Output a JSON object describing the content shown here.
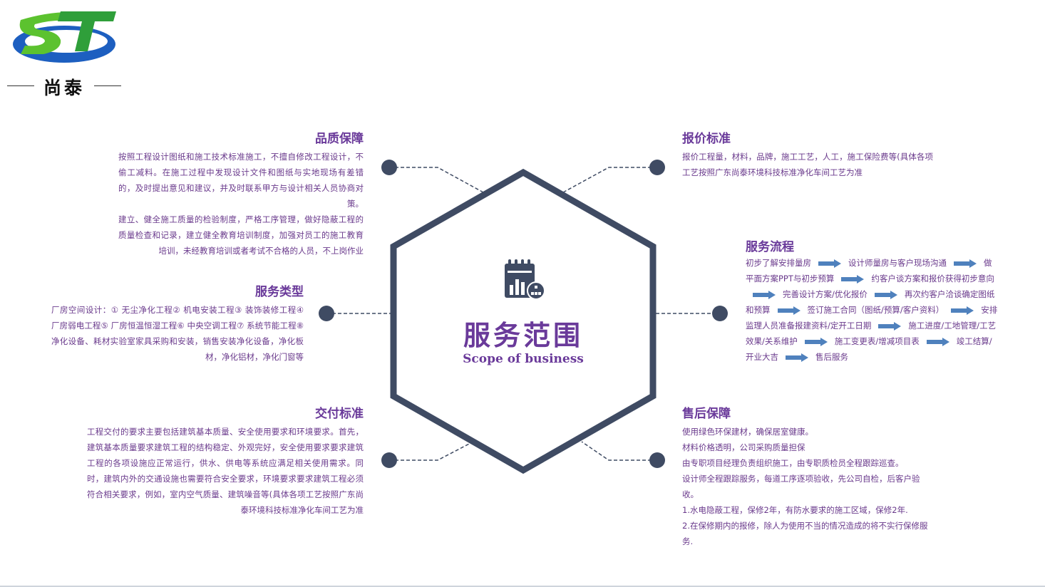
{
  "logo": {
    "name": "尚泰",
    "letters": "ST"
  },
  "center": {
    "title": "服务范围",
    "subtitle": "Scope of business",
    "icon": "calendar-chart-icon"
  },
  "sections": {
    "quality": {
      "title": "品质保障",
      "paragraphs": [
        "按照工程设计图纸和施工技术标准施工，不擅自修改工程设计，不偷工减料。在施工过程中发现设计文件和图纸与实地现场有差错的，及时提出意见和建议，并及时联系甲方与设计相关人员协商对策。",
        "建立、健全施工质量的检验制度，严格工序管理，做好隐蔽工程的质量检查和记录，建立健全教育培训制度，加强对员工的施工教育培训，未经教育培训或者考试不合格的人员，不上岗作业"
      ]
    },
    "quote": {
      "title": "报价标准",
      "paragraphs": [
        "报价工程量，材料，品牌，施工工艺，人工，施工保险费等(具体各项工艺按照广东尚泰环境科技标准净化车间工艺为准"
      ]
    },
    "types": {
      "title": "服务类型",
      "paragraphs": [
        "厂房空间设计：① 无尘净化工程② 机电安装工程③ 装饰装修工程④ 厂房弱电工程⑤ 厂房恒温恒湿工程⑥ 中央空调工程⑦ 系统节能工程⑧ 净化设备、耗材实验室家具采购和安装，销售安装净化设备，净化板材，净化铝材，净化门窗等"
      ]
    },
    "process": {
      "title": "服务流程",
      "steps": [
        "初步了解安排量房",
        "设计师量房与客户现场沟通",
        "做平面方案PPT与初步预算",
        "约客户谈方案和报价获得初步意向",
        "完善设计方案/优化报价",
        "再次约客户洽谈确定图纸和预算",
        "签订施工合同（图纸/预算/客户资料）",
        "安排监理人员准备报建资料/定开工日期",
        "施工进度/工地管理/工艺效果/关系维护",
        "施工变更表/增减项目表",
        "竣工结算/开业大吉",
        "售后服务"
      ]
    },
    "delivery": {
      "title": "交付标准",
      "paragraphs": [
        "工程交付的要求主要包括建筑基本质量、安全使用要求和环境要求。首先，建筑基本质量要求建筑工程的结构稳定、外观完好，安全使用要求要求建筑工程的各项设施应正常运行，供水、供电等系统应满足相关使用需求。同时，建筑内外的交通设施也需要符合安全要求，环境要求要求建筑工程必须符合相关要求，例如，室内空气质量、建筑噪音等(具体各项工艺按照广东尚泰环境科技标准净化车间工艺为准"
      ]
    },
    "aftersales": {
      "title": "售后保障",
      "lines": [
        "使用绿色环保建材，确保居室健康。",
        "材料价格透明，公司采购质量担保",
        "由专职项目经理负责组织施工，由专职质检员全程跟踪巡查。",
        "设计师全程跟踪服务，每道工序逐项验收，先公司自检，后客户验收。",
        "1.水电隐蔽工程，保修2年，有防水要求的施工区域，保修2年.",
        "2.在保修期内的报修，除人为使用不当的情况造成的将不实行保修服务."
      ]
    }
  },
  "colors": {
    "accent": "#6a3a9a",
    "hexagon": "#3f4b63",
    "arrow": "#4f81bd"
  }
}
